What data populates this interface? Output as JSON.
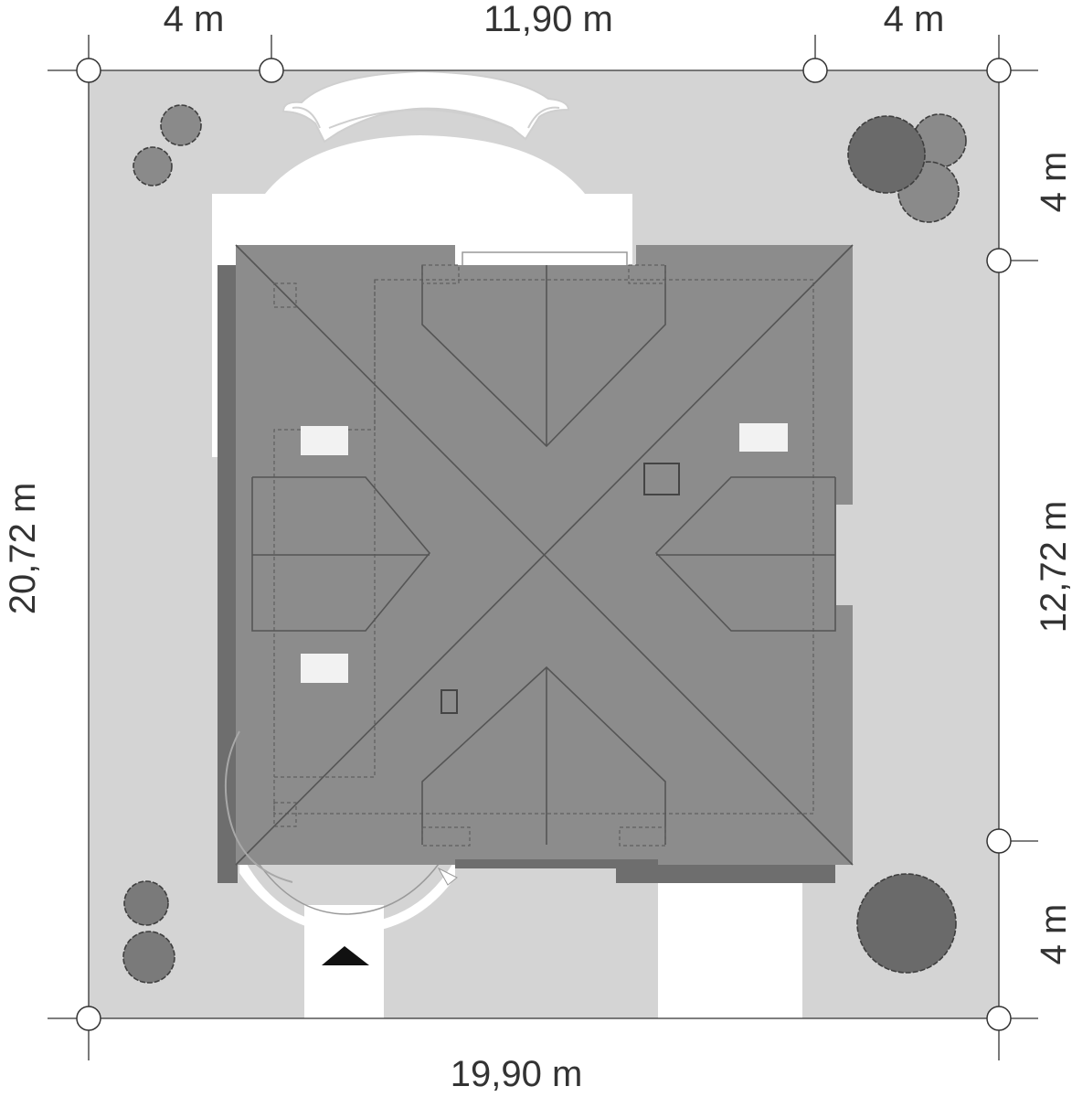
{
  "dimensions": {
    "top_left": "4 m",
    "top_center": "11,90 m",
    "top_right": "4 m",
    "bottom": "19,90 m",
    "left": "20,72 m",
    "right_top": "4 m",
    "right_middle": "12,72 m",
    "right_bottom": "4 m"
  },
  "colors": {
    "plot": "#d4d4d4",
    "roof": "#8c8c8c",
    "roof_dark": "#6e6e6e",
    "tree_light": "#8a8a8a",
    "tree_dark": "#6a6a6a",
    "paving": "#ffffff",
    "skylight": "#f2f2f2",
    "line": "#555555"
  },
  "icons": {
    "entrance": "entrance-arrow-icon",
    "node": "axis-node-icon",
    "tree": "tree-icon"
  }
}
